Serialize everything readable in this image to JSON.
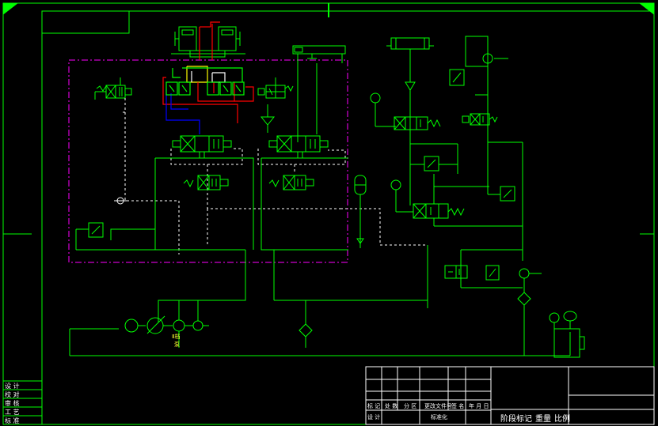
{
  "colors": {
    "background": "#000000",
    "frame": "#00ff00",
    "boundary": "#ff00ff",
    "pressure_red": "#ff0000",
    "return_blue": "#0000ff",
    "yellow": "#ffff00",
    "white": "#ffffff",
    "dashed": "#ffffff"
  },
  "drawing": {
    "type": "hydraulic schematic",
    "sheet": "CAD drawing frame"
  },
  "side_block": {
    "rows": [
      "设 计",
      "校 对",
      "审 核",
      "工 艺",
      "标 准"
    ]
  },
  "pump_label": {
    "line1": "Ⅱ档",
    "line2": "泵"
  },
  "title_block": {
    "revision_header": [
      "标 记",
      "处 数",
      "分 区",
      "更改文件号",
      "签 名",
      "年 月 日"
    ],
    "row2": [
      "设 计",
      "标准化"
    ],
    "stage_mark": "阶段标记",
    "weight": "重量",
    "scale": "比例"
  }
}
